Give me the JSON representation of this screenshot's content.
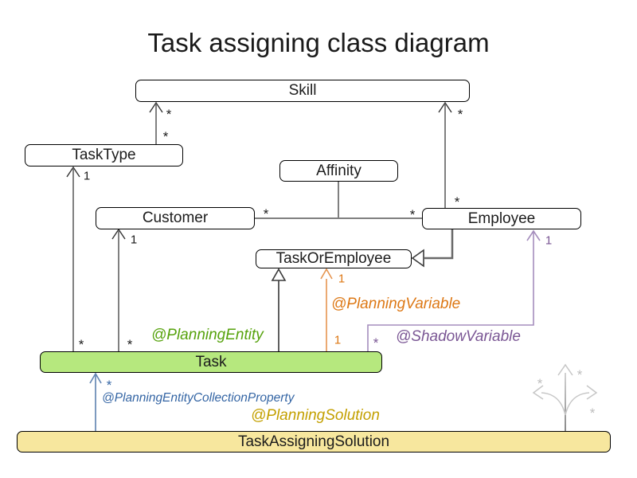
{
  "title": "Task assigning class diagram",
  "classes": {
    "skill": {
      "label": "Skill"
    },
    "task_type": {
      "label": "TaskType"
    },
    "affinity": {
      "label": "Affinity"
    },
    "customer": {
      "label": "Customer"
    },
    "employee": {
      "label": "Employee"
    },
    "task_or_employee": {
      "label": "TaskOrEmployee"
    },
    "task": {
      "label": "Task",
      "fill": "#b6e87e"
    },
    "task_assigning_solution": {
      "label": "TaskAssigningSolution",
      "fill": "#f7e79e"
    }
  },
  "annotations": {
    "planning_entity": {
      "label": "@PlanningEntity",
      "color": "#56a20c"
    },
    "planning_variable": {
      "label": "@PlanningVariable",
      "color": "#dd7815"
    },
    "shadow_variable": {
      "label": "@ShadowVariable",
      "color": "#7a5694"
    },
    "planning_entity_collection_property": {
      "label": "@PlanningEntityCollectionProperty",
      "color": "#3465a4"
    },
    "planning_solution": {
      "label": "@PlanningSolution",
      "color": "#c3a000"
    }
  },
  "multiplicities": [
    {
      "edge": "TaskType-Skill",
      "end": "Skill",
      "text": "*"
    },
    {
      "edge": "TaskType-Skill",
      "end": "TaskType",
      "text": "*"
    },
    {
      "edge": "Employee-Skill",
      "end": "Skill",
      "text": "*"
    },
    {
      "edge": "Employee-Skill",
      "end": "Employee",
      "text": "*"
    },
    {
      "edge": "Customer-Employee",
      "end": "Customer",
      "text": "*"
    },
    {
      "edge": "Customer-Employee",
      "end": "Employee",
      "text": "*"
    },
    {
      "edge": "Task-TaskType",
      "end": "TaskType",
      "text": "1"
    },
    {
      "edge": "Task-TaskType",
      "end": "Task",
      "text": "*"
    },
    {
      "edge": "Task-Customer",
      "end": "Customer",
      "text": "1"
    },
    {
      "edge": "Task-Customer",
      "end": "Task",
      "text": "*"
    },
    {
      "edge": "Task-TaskOrEmployee planning variable",
      "end": "TaskOrEmployee",
      "text": "1"
    },
    {
      "edge": "Task-TaskOrEmployee planning variable",
      "end": "Task",
      "text": "1"
    },
    {
      "edge": "Task-Employee shadow variable",
      "end": "Employee",
      "text": "1"
    },
    {
      "edge": "Task-Employee shadow variable",
      "end": "Task",
      "text": "*"
    },
    {
      "edge": "TaskAssigningSolution-Task collection",
      "end": "Task",
      "text": "*"
    }
  ],
  "decoration_stars": [
    "*",
    "*",
    "*"
  ]
}
